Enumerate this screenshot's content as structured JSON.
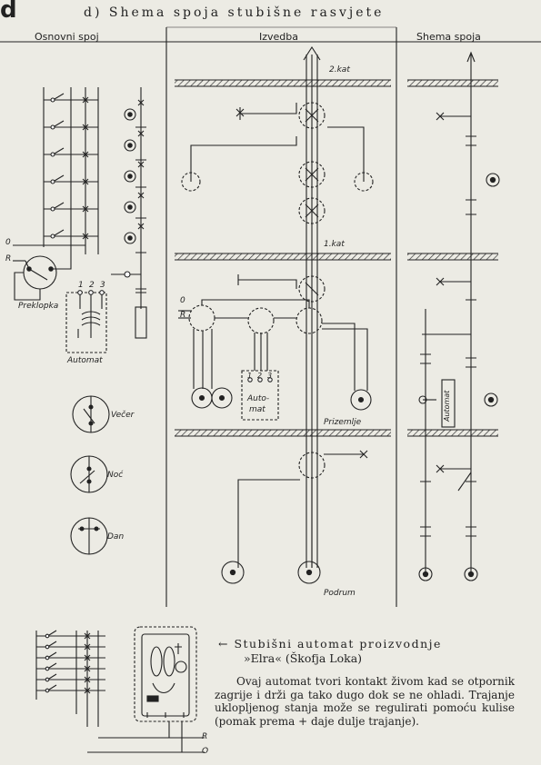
{
  "section_letter": "d",
  "title": "d) Shema spoja stubišne rasvjete",
  "columns": {
    "basic": "Osnovni spoj",
    "build": "Izvedba",
    "scheme": "Shema spoja"
  },
  "labels": {
    "o": "0",
    "r": "R",
    "terms": [
      "1",
      "2",
      "3"
    ],
    "preklopka": "Preklopka",
    "automat": "Automat",
    "vecer": "Večer",
    "noc": "Noć",
    "dan": "Dan",
    "kat2": "2.kat",
    "kat1": "1.kat",
    "automat_box_1": "Auto-",
    "automat_box_2": "mat",
    "prizemlje": "Prizemlje",
    "podrum": "Podrum",
    "automat_vertical": "Automat",
    "bottom_o": "O",
    "bottom_r": "R"
  },
  "caption": {
    "arrow": "←",
    "title": "Stubišni automat proizvodnje",
    "subtitle": "»Elra« (Škofja Loka)",
    "text": "Ovaj automat tvori kontakt živom kad se otpornik zagrije i drži ga tako dugo dok se ne ohladi. Trajanje uklopljenog stanja može se regulirati pomoću kulise (pomak prema + daje dulje trajanje)."
  }
}
